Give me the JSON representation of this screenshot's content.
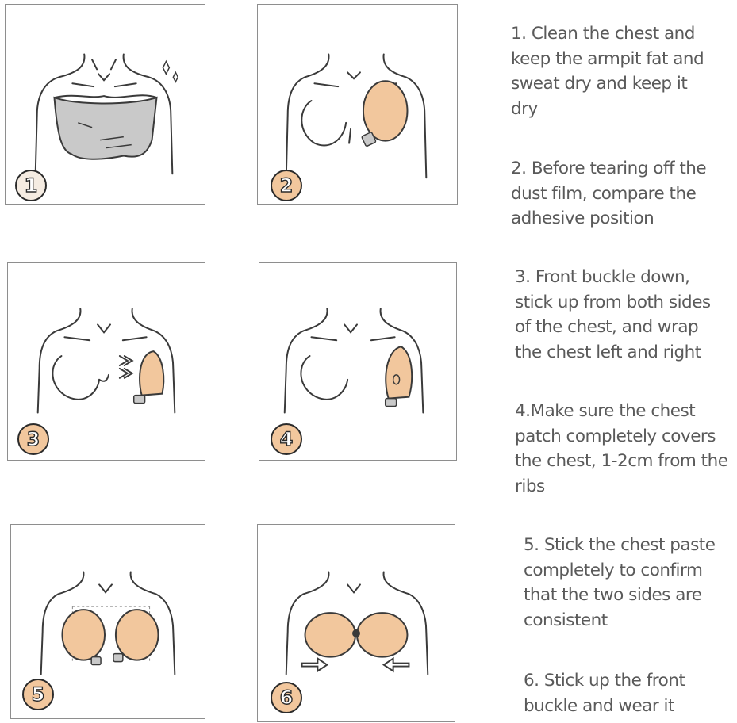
{
  "steps": [
    {
      "badge": "1",
      "text": [
        "1. Clean the chest and",
        "keep the armpit fat and",
        "sweat dry and keep it",
        "dry"
      ]
    },
    {
      "badge": "2",
      "text": [
        "2. Before tearing off the",
        "dust film, compare the",
        "adhesive position"
      ]
    },
    {
      "badge": "3",
      "text": [
        "3. Front buckle down,",
        "stick up from both sides",
        "of the chest, and wrap",
        "the chest left and right"
      ]
    },
    {
      "badge": "4",
      "text": [
        "4.Make sure the chest",
        "patch completely covers",
        "the chest, 1-2cm from the",
        "ribs"
      ]
    },
    {
      "badge": "5",
      "text": [
        "5. Stick the chest paste",
        "completely to confirm",
        "that the two sides are",
        "consistent"
      ]
    },
    {
      "badge": "6",
      "text": [
        "6. Stick up the front",
        "buckle and wear it"
      ]
    }
  ],
  "colors": {
    "line": "#3a3a3a",
    "skin_patch": "#f2c79d",
    "cloth": "#c9c9c9",
    "text": "#5a5a5a",
    "border": "#8e8e8e"
  }
}
